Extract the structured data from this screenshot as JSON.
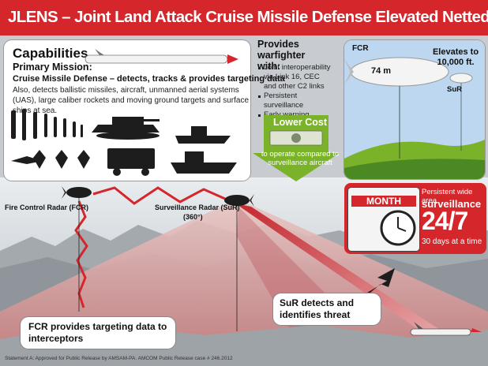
{
  "header": {
    "title": "JLENS – Joint Land Attack Cruise Missile Defense Elevated Netted Sensor System"
  },
  "capabilities": {
    "title": "Capabilities",
    "primary_mission_label": "Primary Mission:",
    "primary_mission_text": "Cruise Missile Defense – detects, tracks & provides targeting data",
    "also_text": "Also, detects ballistic missiles, aircraft, unmanned aerial systems (UAS), large caliber rockets and moving ground targets and surface ships at sea."
  },
  "warfighter": {
    "title": "Provides warfighter with:",
    "bullets": [
      "Joint interoperability via Link 16, CEC and other C2 links",
      "Persistent surveillance",
      "Early warning"
    ]
  },
  "lower_cost": {
    "title": "Lower Cost",
    "text": "to operate compared to surveillance aircraft"
  },
  "aerostat": {
    "fcr_label": "FCR",
    "length_label": "74 m",
    "elevation_label": "Elevates to 10,000 ft.",
    "sur_label": "SuR"
  },
  "persistent": {
    "calendar_month": "MONTH",
    "line1": "Persistent wide area",
    "line2": "surveillance",
    "big": "24/7",
    "line3": "30 days at a time"
  },
  "radars": {
    "fcr_label": "Fire Control Radar (FCR)",
    "sur_label": "Surveillance Radar (SuR)",
    "sur_sub": "(360°)"
  },
  "callouts": {
    "sur_detects": "SuR detects and identifies threat",
    "fcr_targeting": "FCR provides targeting data to interceptors"
  },
  "footer": {
    "statement": "Statement A: Approved for Public Release by AMSAM-PA. AMCOM Public Release case # 246.2012"
  },
  "colors": {
    "brand_red": "#d5262b",
    "green": "#7ab32a",
    "sky_blue": "#bcd7ef"
  }
}
